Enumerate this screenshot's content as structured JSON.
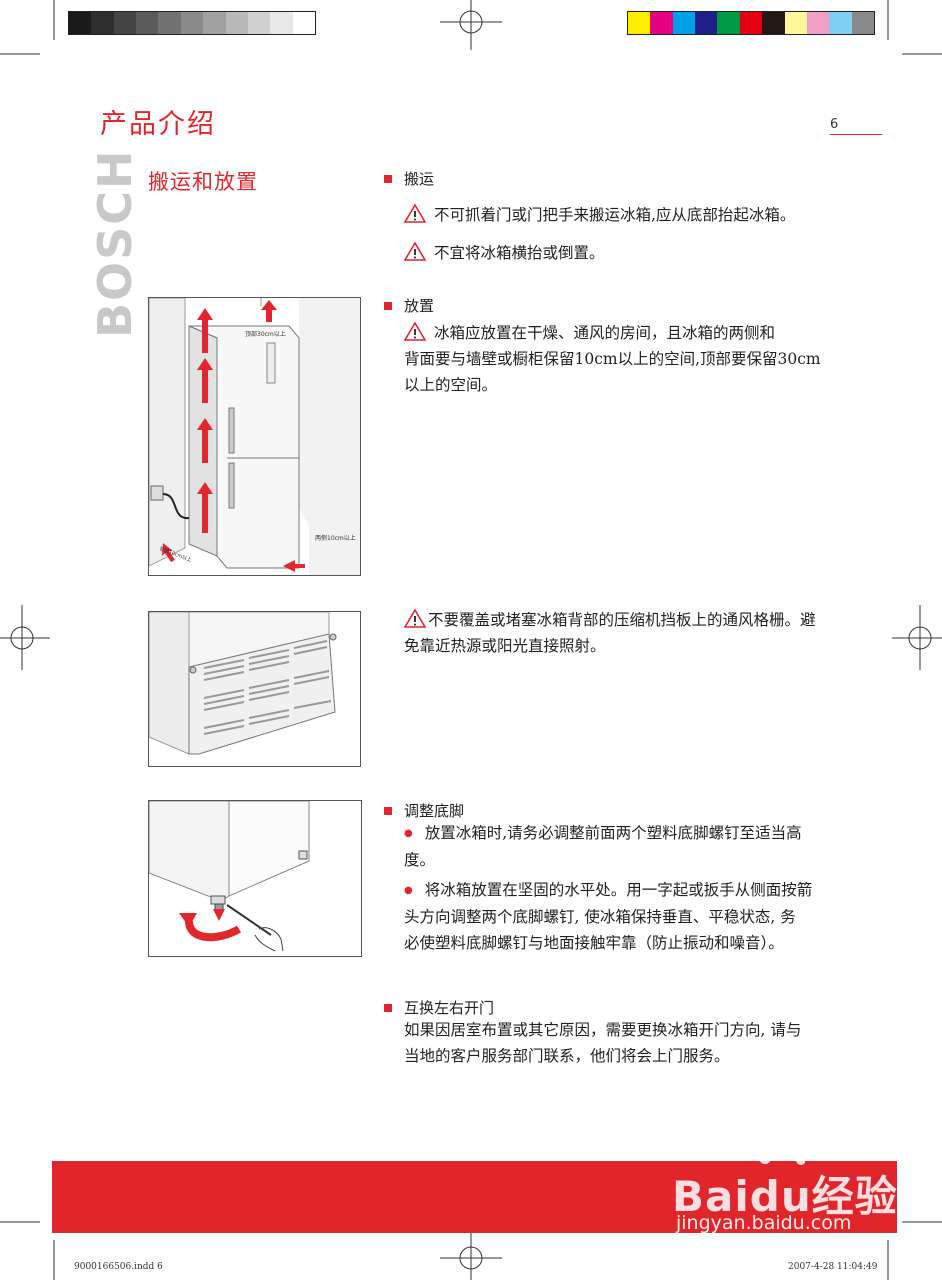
{
  "colors": {
    "accent_red": "#e3262d",
    "grays": [
      "#1a1a1a",
      "#2e2e2e",
      "#444444",
      "#5b5b5b",
      "#727272",
      "#8a8a8a",
      "#a1a1a1",
      "#b9b9b9",
      "#d0d0d0",
      "#e8e8e8",
      "#ffffff"
    ],
    "process": [
      "#ffed00",
      "#e4007f",
      "#00a0e9",
      "#1d2088",
      "#009944",
      "#e60012",
      "#231815",
      "#fff799",
      "#f29fc5",
      "#7ecef4",
      "#898989"
    ]
  },
  "header": {
    "title": "产品介绍",
    "page_number": "6"
  },
  "sidebar": {
    "brand": "BOSCH",
    "section_title": "搬运和放置"
  },
  "sections": {
    "transport": {
      "heading": "搬运",
      "warnings": [
        "不可抓着门或门把手来搬运冰箱,应从底部抬起冰箱。",
        "不宜将冰箱横抬或倒置。"
      ]
    },
    "placement": {
      "heading": "放置",
      "warning_lines": [
        "冰箱应放置在干燥、通风的房间，且冰箱的两侧和",
        "背面要与墙壁或橱柜保留10cm以上的空间,顶部要保留30cm",
        "以上的空间。"
      ]
    },
    "vent": {
      "warning_lines": [
        "不要覆盖或堵塞冰箱背部的压缩机挡板上的通风格栅。避",
        "免靠近热源或阳光直接照射。"
      ]
    },
    "feet": {
      "heading": "调整底脚",
      "bullet1_lines": [
        "放置冰箱时,请务必调整前面两个塑料底脚螺钉至适当高",
        "度。"
      ],
      "bullet2_lines": [
        "将冰箱放置在坚固的水平处。用一字起或扳手从侧面按箭",
        "头方向调整两个底脚螺钉, 使冰箱保持垂直、平稳状态, 务",
        "必使塑料底脚螺钉与地面接触牢靠（防止振动和噪音）。"
      ]
    },
    "doors": {
      "heading": "互换左右开门",
      "lines": [
        "如果因居室布置或其它原因，需要更换冰箱开门方向, 请与",
        "当地的客户服务部门联系，他们将会上门服务。"
      ]
    }
  },
  "figure1": {
    "top_label": "顶部30cm以上",
    "side_label": "两侧10cm以上",
    "back_label": "背部10cm以上"
  },
  "watermark": {
    "brand": "Baidu经验",
    "url": "jingyan.baidu.com"
  },
  "slug": {
    "left": "9000166506.indd   6",
    "right": "2007-4-28   11:04:49"
  }
}
